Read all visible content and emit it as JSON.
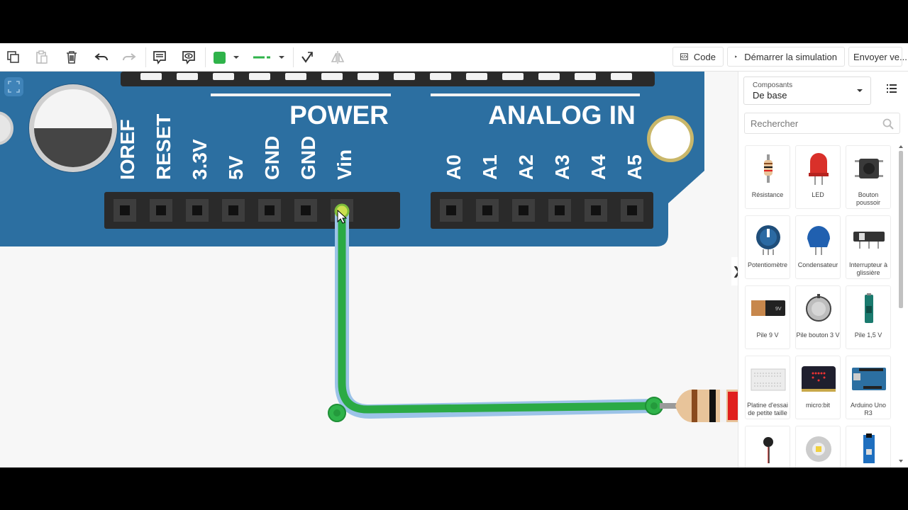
{
  "toolbar": {
    "code_label": "Code",
    "start_sim_label": "Démarrer la simulation",
    "send_label": "Envoyer ve...",
    "wire_color": "#2fb34a"
  },
  "board": {
    "power_heading": "POWER",
    "analog_heading": "ANALOG IN",
    "power_pins": [
      "IOREF",
      "RESET",
      "3.3V",
      "5V",
      "GND",
      "GND",
      "Vin"
    ],
    "analog_pins": [
      "A0",
      "A1",
      "A2",
      "A3",
      "A4",
      "A5"
    ],
    "board_color": "#2c6fa1"
  },
  "panel": {
    "dropdown_caption": "Composants",
    "dropdown_value": "De base",
    "search_placeholder": "Rechercher",
    "components": [
      {
        "label": "Résistance",
        "icon": "resistor-icon"
      },
      {
        "label": "LED",
        "icon": "led-icon"
      },
      {
        "label": "Bouton poussoir",
        "icon": "pushbutton-icon"
      },
      {
        "label": "Potentiomètre",
        "icon": "potentiometer-icon"
      },
      {
        "label": "Condensateur",
        "icon": "capacitor-icon"
      },
      {
        "label": "Interrupteur à glissière",
        "icon": "slide-switch-icon"
      },
      {
        "label": "Pile 9 V",
        "icon": "battery-9v-icon"
      },
      {
        "label": "Pile bouton 3 V",
        "icon": "coin-battery-icon"
      },
      {
        "label": "Pile 1,5 V",
        "icon": "battery-aa-icon"
      },
      {
        "label": "Platine d'essai de petite taille",
        "icon": "breadboard-icon"
      },
      {
        "label": "micro:bit",
        "icon": "microbit-icon"
      },
      {
        "label": "Arduino Uno R3",
        "icon": "arduino-icon"
      },
      {
        "label": "",
        "icon": "vibration-motor-icon"
      },
      {
        "label": "",
        "icon": "light-sensor-icon"
      },
      {
        "label": "",
        "icon": "sensor-module-icon"
      }
    ]
  }
}
